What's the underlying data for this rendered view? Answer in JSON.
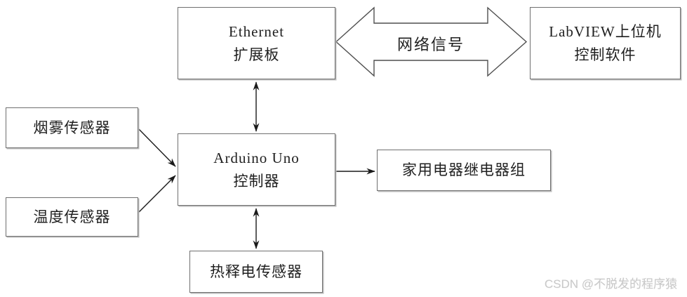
{
  "theme": {
    "background": "#ffffff",
    "box_border": "#6f6f6f",
    "box_shadow": "#bcbcbc",
    "text_color": "#1f1f1f",
    "arrow_color": "#1a1a1a",
    "hollow_arrow_stroke": "#4f4f4f",
    "watermark_color": "#c9c9c9"
  },
  "diagram": {
    "boxes": {
      "ethernet": {
        "line1": "Ethernet",
        "line2": "扩展板"
      },
      "labview": {
        "line1": "LabVIEW上位机",
        "line2": "控制软件"
      },
      "smoke": {
        "label": "烟雾传感器"
      },
      "temperature": {
        "label": "温度传感器"
      },
      "arduino": {
        "line1": "Arduino Uno",
        "line2": "控制器"
      },
      "relay": {
        "label": "家用电器继电器组"
      },
      "pyroelectric": {
        "label": "热释电传感器"
      }
    },
    "labels": {
      "network_signal": "网络信号"
    }
  },
  "watermark": {
    "text": "CSDN @不脱发的程序猿"
  }
}
